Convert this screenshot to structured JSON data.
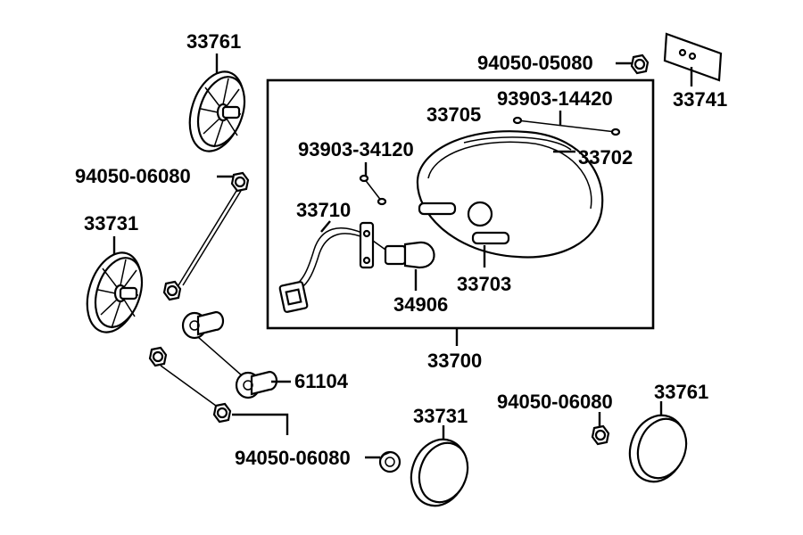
{
  "labels": {
    "p33761_top": "33761",
    "p94050_05080": "94050-05080",
    "p33741": "33741",
    "p93903_14420": "93903-14420",
    "p33705": "33705",
    "p33702": "33702",
    "p93903_34120": "93903-34120",
    "p94050_06080_left": "94050-06080",
    "p33731_left": "33731",
    "p33710": "33710",
    "p33703": "33703",
    "p34906": "34906",
    "p33700": "33700",
    "p61104": "61104",
    "p94050_06080_bottom": "94050-06080",
    "p33731_bottom": "33731",
    "p94050_06080_right": "94050-06080",
    "p33761_right": "33761"
  }
}
